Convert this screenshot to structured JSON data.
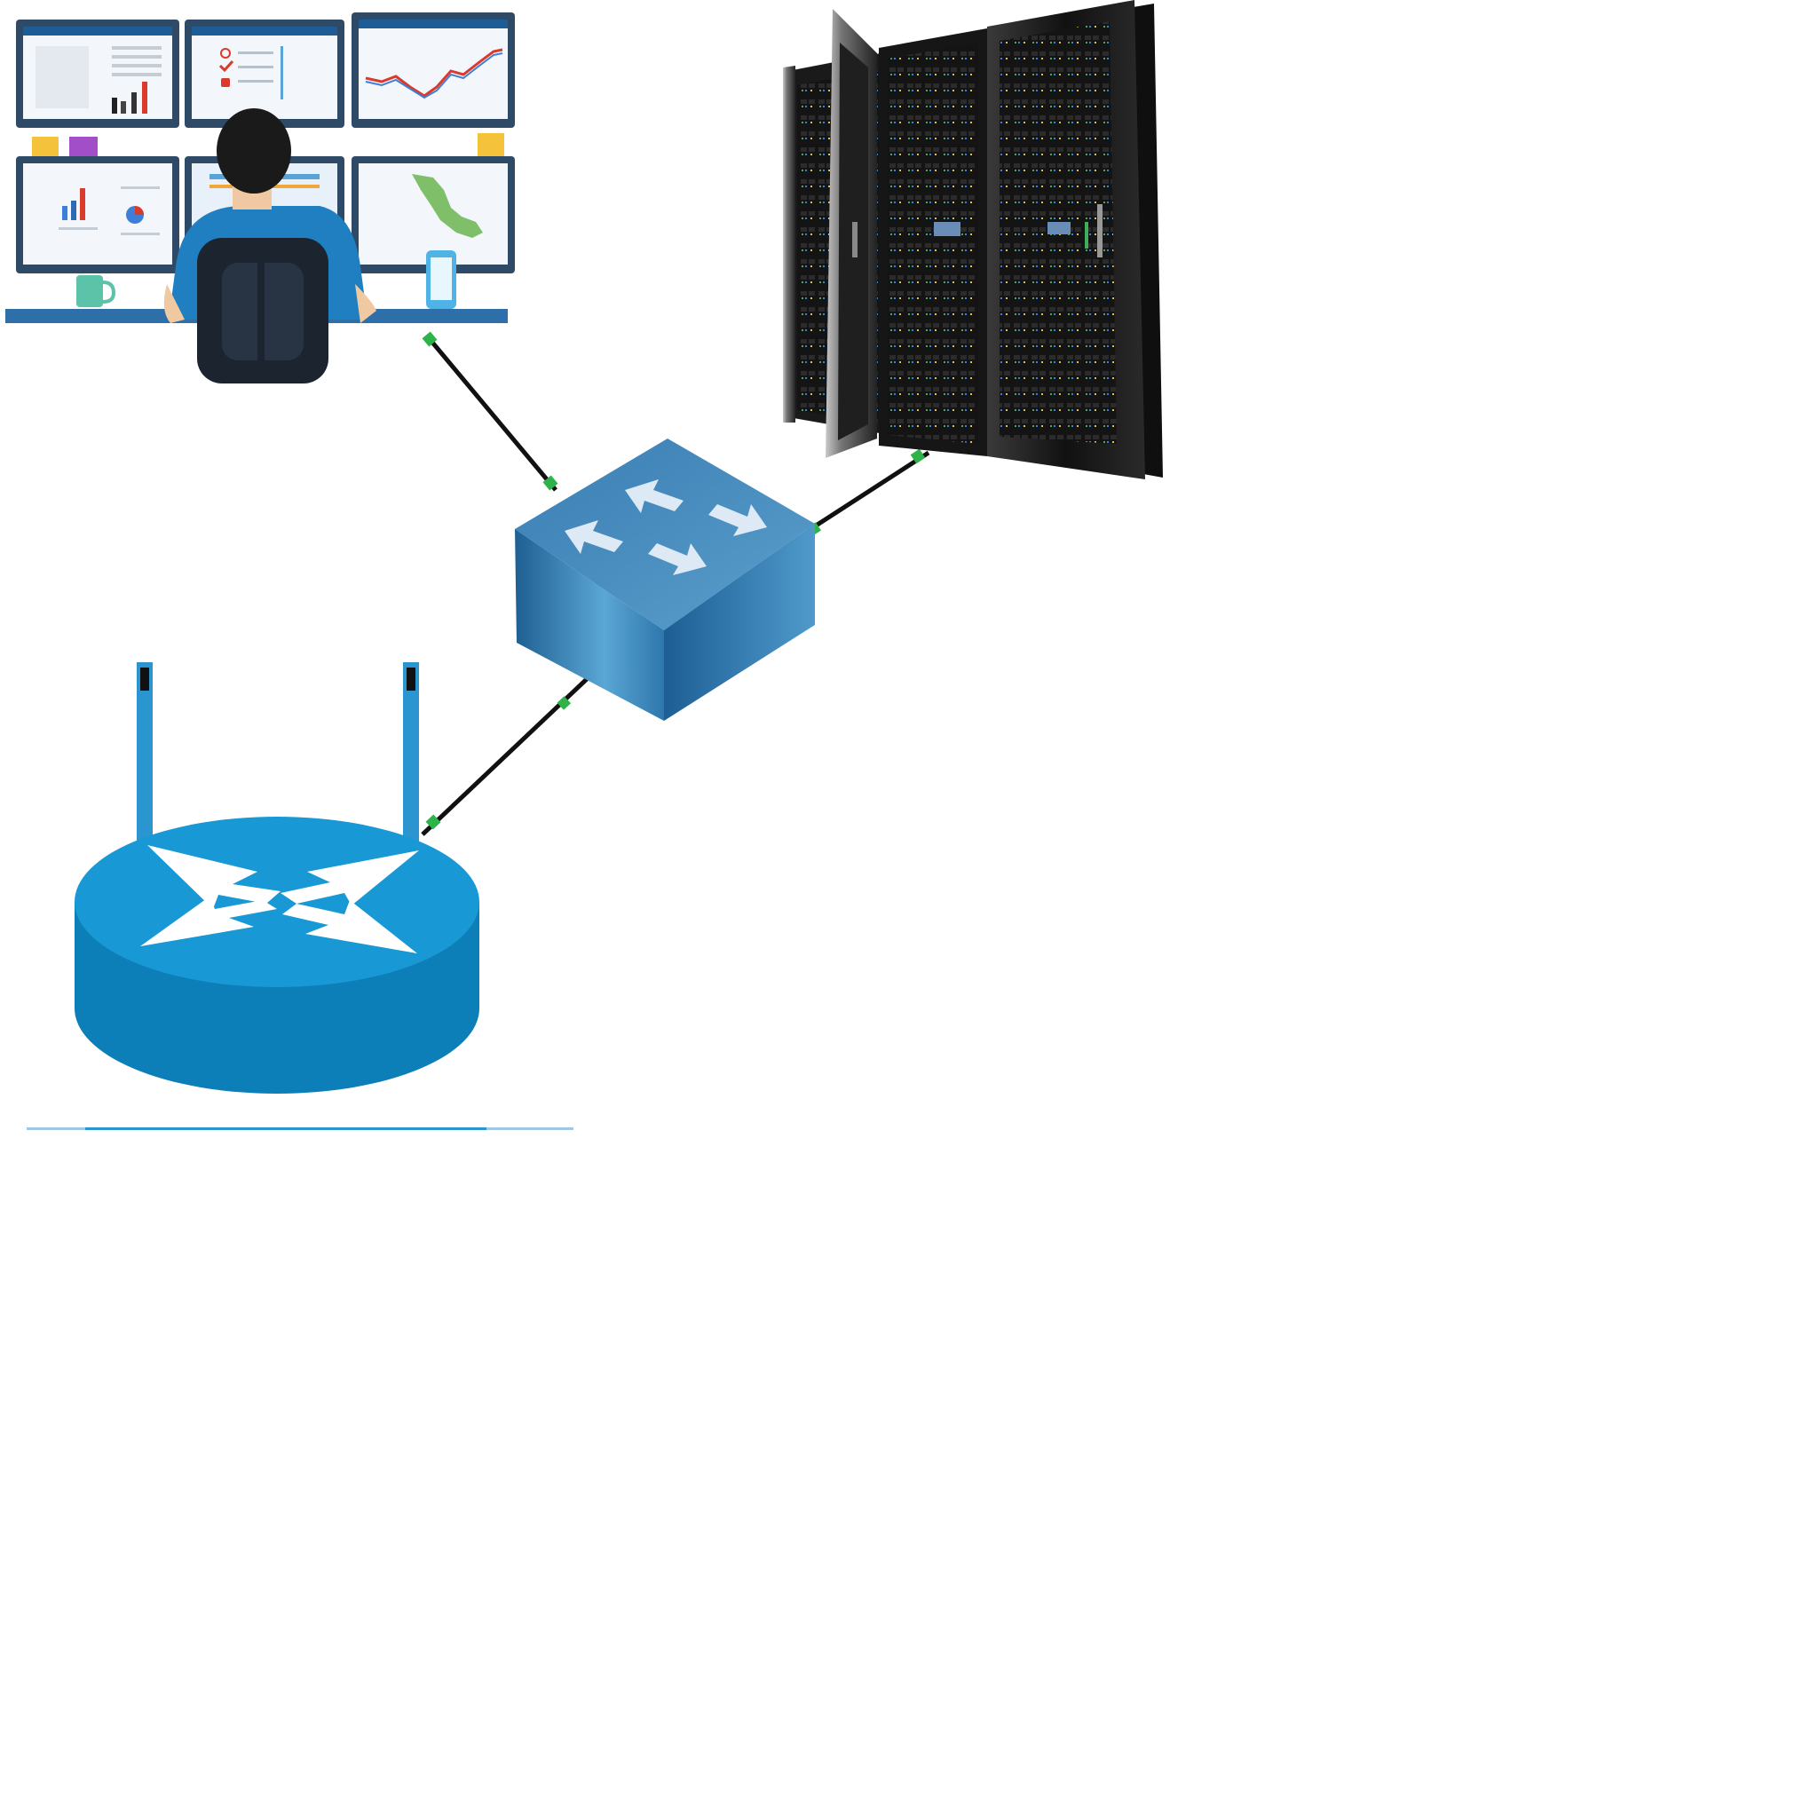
{
  "diagram": {
    "type": "network-topology",
    "nodes": [
      {
        "id": "monitoring-station",
        "kind": "operator-workstation-with-six-monitors"
      },
      {
        "id": "server-rack",
        "kind": "data-center-server-rack"
      },
      {
        "id": "network-switch",
        "kind": "switch-icon"
      },
      {
        "id": "wireless-router",
        "kind": "router-icon-with-antennas"
      }
    ],
    "links": [
      {
        "from": "monitoring-station",
        "to": "network-switch",
        "connector_color": "#2db34a"
      },
      {
        "from": "network-switch",
        "to": "server-rack",
        "connector_color": "#2db34a"
      },
      {
        "from": "network-switch",
        "to": "wireless-router",
        "connector_color": "#2db34a"
      }
    ]
  },
  "colors": {
    "switch_top": "#3f82b8",
    "switch_front": "#2b6f9e",
    "switch_side": "#5ba3cf",
    "router_top": "#1898d4",
    "router_side": "#0d7fb8",
    "cable": "#111111",
    "connector": "#2db34a",
    "rack_body": "#1a1a1a",
    "shirt": "#1f7fc0"
  }
}
